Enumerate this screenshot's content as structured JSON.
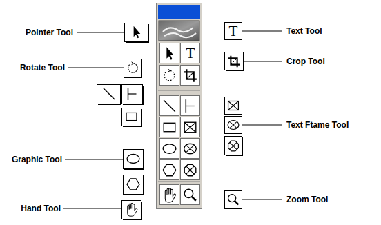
{
  "diagram": {
    "labels": [
      "Pointer Tool",
      "Rotate Tool",
      "Graphic Tool",
      "Hand Tool",
      "Text Tool",
      "Crop Tool",
      "Text Ftame Tool",
      "Zoom Tool",
      "T",
      "T"
    ]
  }
}
